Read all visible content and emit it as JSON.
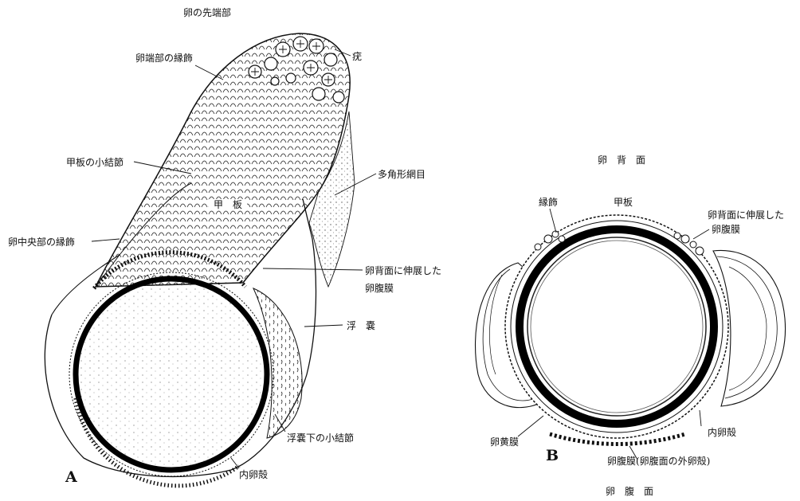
{
  "figure_a": {
    "letter": "A",
    "labels": {
      "tip": "卵の先端部",
      "tip_border": "卵端部の縁飾",
      "tubercle": "疣",
      "carapace_nodule": "甲板の小結節",
      "polygon_mesh": "多角形網目",
      "carapace": "甲　板",
      "middle_border": "卵中央部の縁飾",
      "dorsal_ventral_1": "卵背面に伸展した",
      "dorsal_ventral_2": "卵腹膜",
      "float": "浮　嚢",
      "float_nodule": "浮嚢下の小結節",
      "inner_shell": "内卵殻"
    }
  },
  "figure_b": {
    "letter": "B",
    "labels": {
      "dorsal_surface": "卵　背　面",
      "border": "縁飾",
      "carapace": "甲板",
      "dorsal_ventral_1": "卵背面に伸展した",
      "dorsal_ventral_2": "卵腹膜",
      "yolk_membrane": "卵黄膜",
      "inner_shell": "内卵殻",
      "ventral_membrane": "卵腹膜(卵腹面の外卵殻)",
      "ventral_surface": "卵　腹　面"
    }
  }
}
